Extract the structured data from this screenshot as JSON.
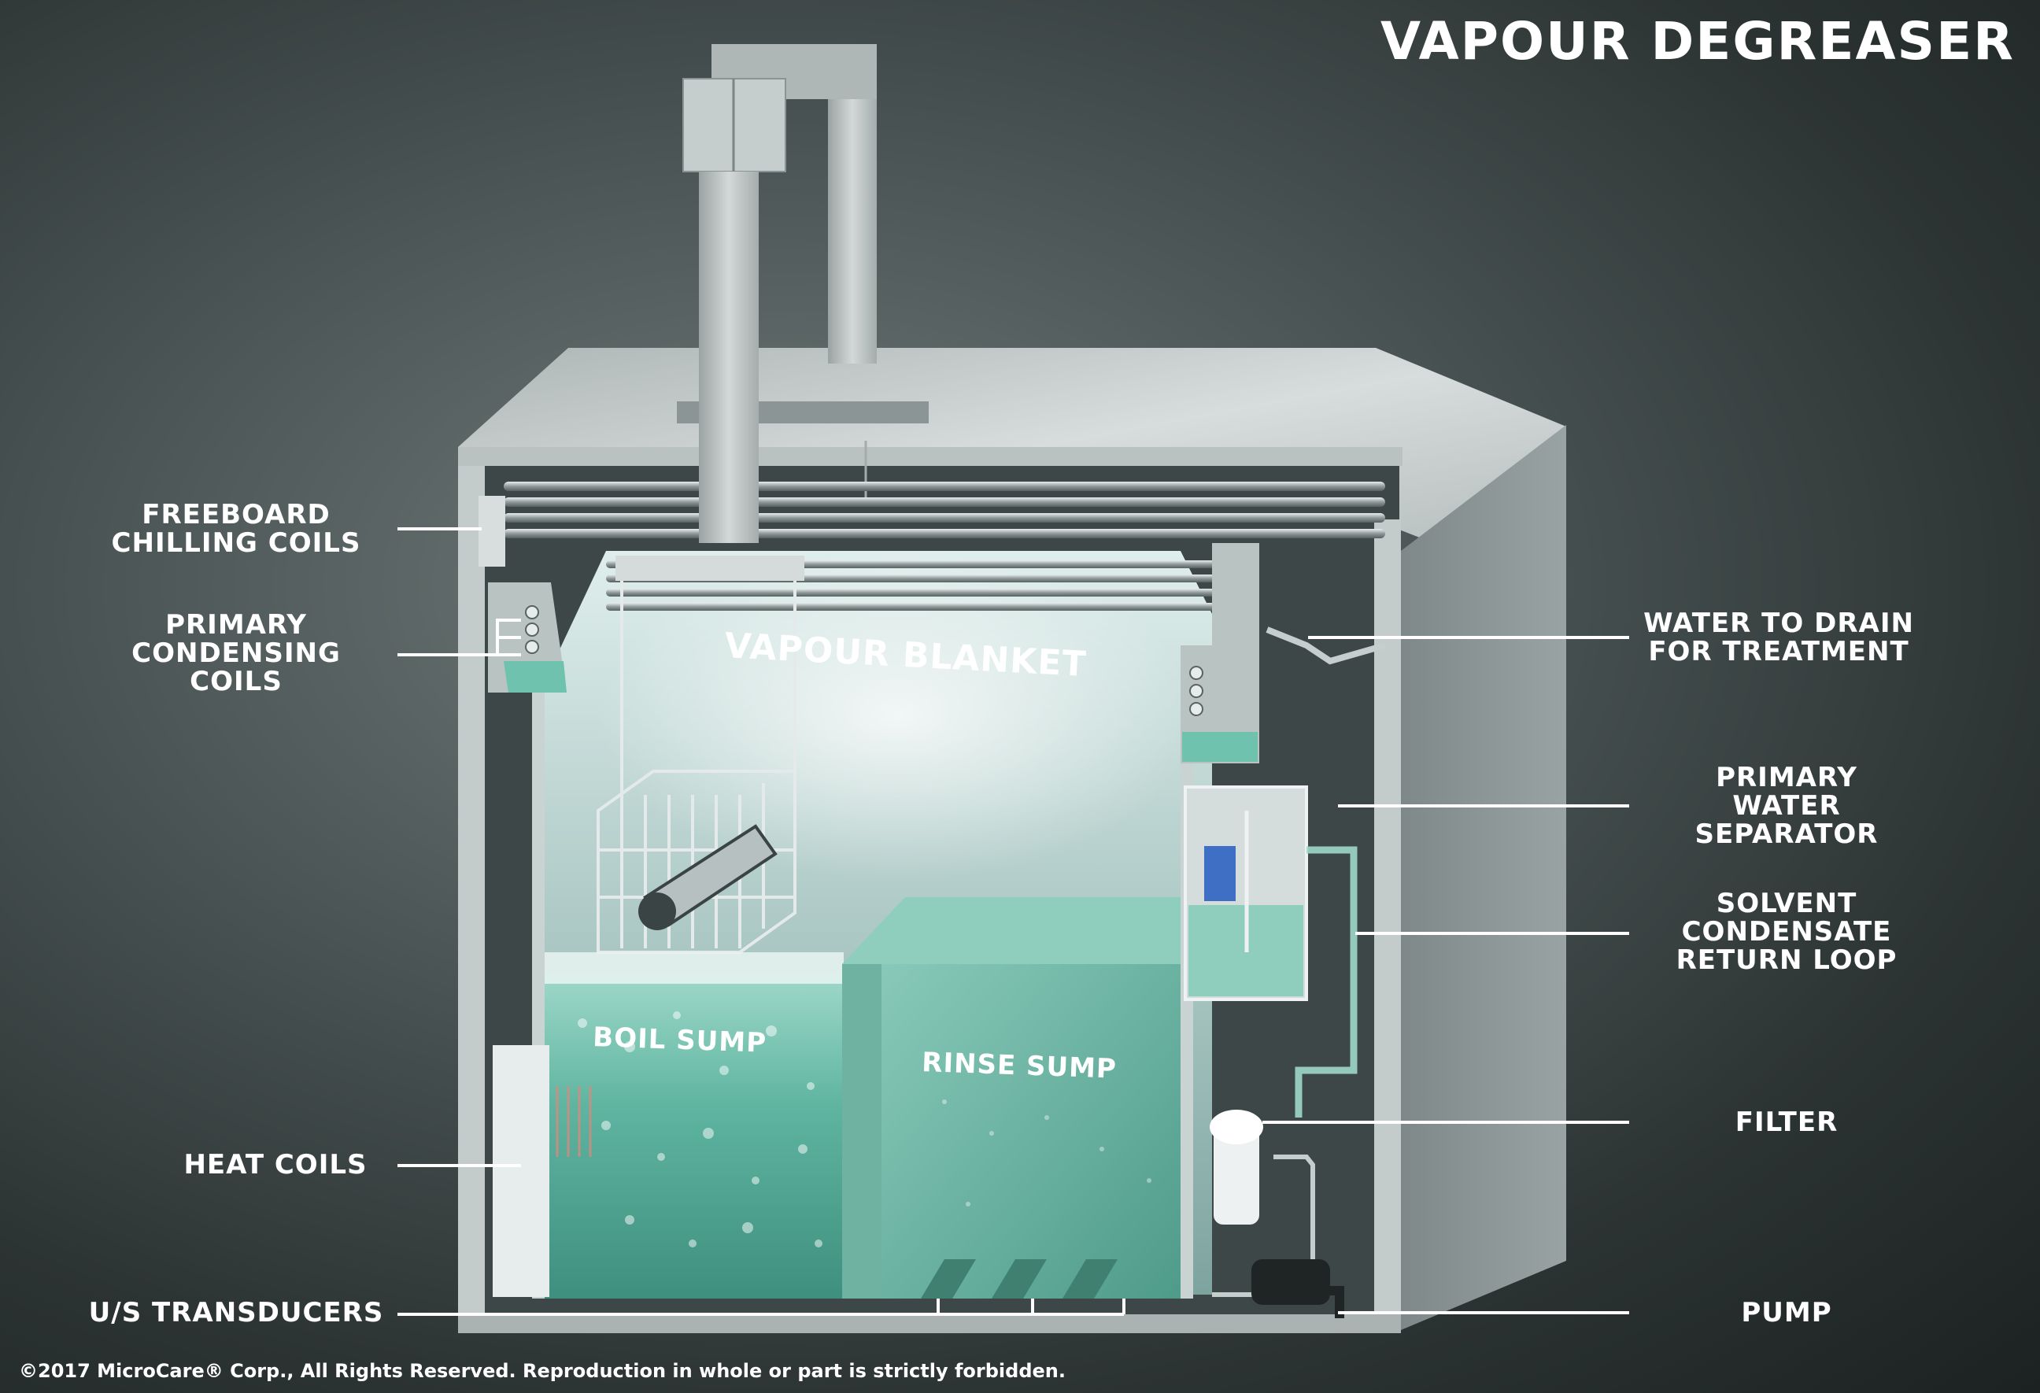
{
  "title": "VAPOUR DEGREASER",
  "labels": {
    "freeboard_chilling_coils": "FREEBOARD\nCHILLING COILS",
    "primary_condensing_coils": "PRIMARY\nCONDENSING\nCOILS",
    "heat_coils": "HEAT COILS",
    "us_transducers": "U/S TRANSDUCERS",
    "water_to_drain": "WATER TO DRAIN\nFOR TREATMENT",
    "primary_water_separator": "PRIMARY\nWATER\nSEPARATOR",
    "solvent_condensate_return_loop": "SOLVENT\nCONDENSATE\nRETURN LOOP",
    "filter": "FILTER",
    "pump": "PUMP"
  },
  "inner_labels": {
    "vapour_blanket": "VAPOUR BLANKET",
    "boil_sump": "BOIL SUMP",
    "rinse_sump": "RINSE SUMP"
  },
  "copyright": "©2017 MicroCare® Corp., All Rights Reserved. Reproduction in whole or part is strictly forbidden.",
  "colors": {
    "background": "#3a4444",
    "steel": "#c9cfcf",
    "solvent": "#6fc2ae",
    "vapour": "#cfe6e2",
    "label_text": "#ffffff"
  }
}
